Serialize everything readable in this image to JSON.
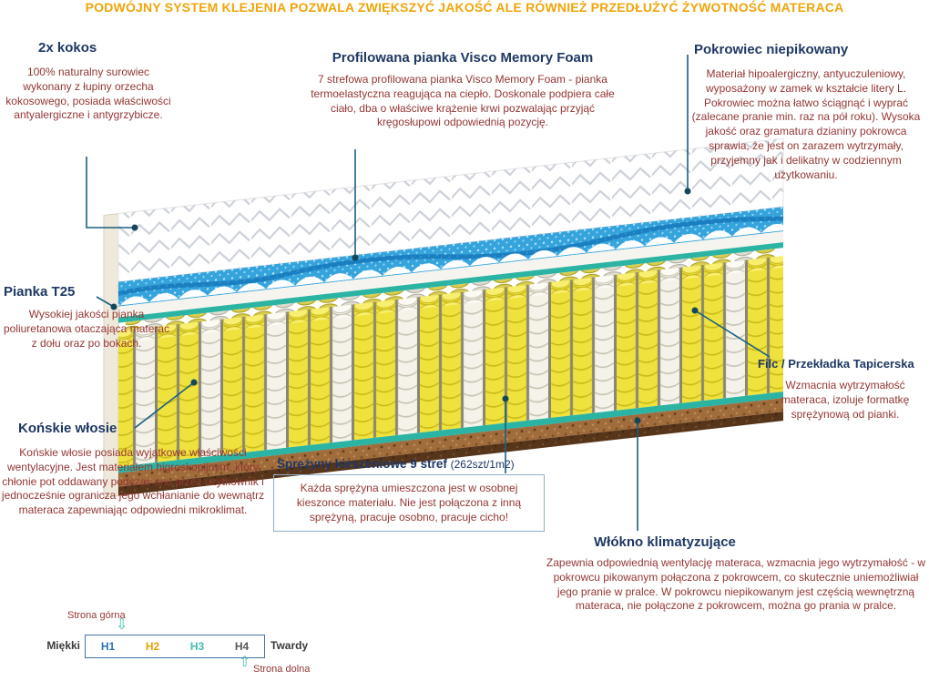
{
  "banner": "PODWÓJNY SYSTEM KLEJENIA POZWALA ZWIĘKSZYĆ JAKOŚĆ ALE RÓWNIEŻ PRZEDŁUŻYĆ ŻYWOTNOŚĆ MATERACA",
  "callouts": {
    "kokos": {
      "title": "2x kokos",
      "body": "100% naturalny surowiec wykonany z łupiny orzecha kokosowego, posiada właściwości antyalergiczne i antygrzybicze."
    },
    "visco": {
      "title": "Profilowana pianka Visco Memory Foam",
      "body": "7 strefowa profilowana pianka Visco Memory Foam - pianka termoelastyczna reagująca na ciepło.  Doskonale podpiera całe ciało, dba o właściwe krążenie krwi pozwalając przyjąć kręgosłupowi odpowiednią pozycję."
    },
    "pokrowiec": {
      "title": "Pokrowiec niepikowany",
      "body": "Materiał hipoalergiczny, antyuczuleniowy, wyposażony w zamek w kształcie litery L. Pokrowiec można łatwo ściągnąć i wyprać (zalecane pranie min. raz na pół roku). Wysoka jakość oraz gramatura dzianiny pokrowca sprawia, że jest on zarazem wytrzymały, przyjemny jak i delikatny w codziennym użytkowaniu."
    },
    "pianka_t25": {
      "title": "Pianka T25",
      "body": "Wysokiej jakości pianka poliuretanowa otaczająca materac z dołu oraz po bokach."
    },
    "konskie": {
      "title": "Końskie włosie",
      "body": "Końskie włosie posiada wyjątkowe właściwości wentylacyjne. Jest materiałem higroskopijnym, który chłonie pot oddawany podczas snu przez użytkownik i jednocześnie ogranicza jego wchłanianie do wewnątrz materaca zapewniając odpowiedni mikroklimat."
    },
    "filc": {
      "title": "Filc / Przekładka Tapicerska",
      "body": "Wzmacnia wytrzymałość materaca, izoluje formatkę sprężynową od pianki."
    },
    "sprezyny": {
      "title": "Sprężyny kieszeniowe 9 stref",
      "count": "(262szt/1m2)",
      "body": "Każda sprężyna umieszczona jest w osobnej kieszonce materiału. Nie jest połączona z inną sprężyną, pracuje osobno, pracuje cicho!"
    },
    "wlokno": {
      "title": "Włókno klimatyzujące",
      "body": "Zapewnia odpowiednią wentylację materaca, wzmacnia jego wytrzymałość - w pokrowcu pikowanym połączona z pokrowcem, co skutecznie uniemożliwiał jego pranie w pralce. W pokrowcu niepikowanym jest częścią wewnętrzną materaca, nie połączone z pokrowcem, można go prania w pralce."
    }
  },
  "scale": {
    "top_label": "Strona górna",
    "bottom_label": "Strona dolna",
    "soft_label": "Miękki",
    "hard_label": "Twardy",
    "down_arrow": "⇩",
    "up_arrow": "⇧",
    "levels": [
      {
        "label": "H1",
        "color": "#2E74B5"
      },
      {
        "label": "H2",
        "color": "#E8A000"
      },
      {
        "label": "H3",
        "color": "#3FBFAD"
      },
      {
        "label": "H4",
        "color": "#595959"
      }
    ]
  },
  "colors": {
    "banner_gold": "#EFA50A",
    "heading_navy": "#1F3864",
    "body_maroon": "#943634",
    "callout_line": "#1A5E80",
    "visco_blue": "#35A3DC",
    "spring_yellow": "#EFE23C",
    "teal_layer": "#2BB3A3",
    "base_brown": "#A06C3C"
  }
}
